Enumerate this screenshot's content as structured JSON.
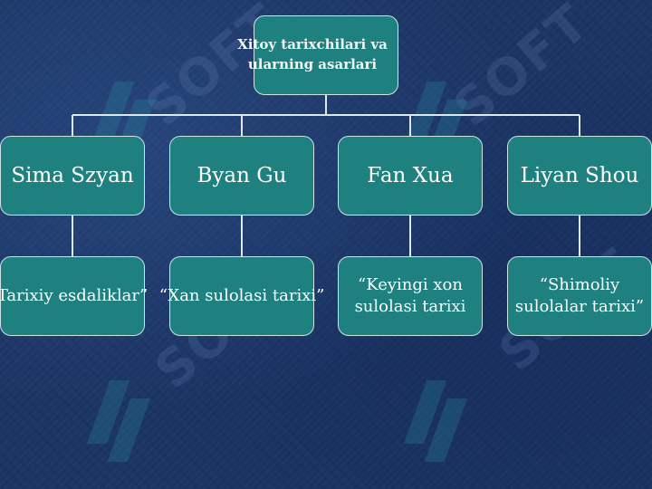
{
  "diagram": {
    "root": {
      "title": "Xitoy tarixchilari va ularning asarlari"
    },
    "historians": [
      {
        "name": "Sima Szyan",
        "work": "Tarixiy esdaliklar”"
      },
      {
        "name": "Byan Gu",
        "work": "“Xan sulolasi tarixi”"
      },
      {
        "name": "Fan Xua",
        "work": "“Keyingi xon sulolasi tarixi"
      },
      {
        "name": "Liyan Shou",
        "work": "“Shimoliy sulolalar tarixi”"
      }
    ]
  },
  "watermark": {
    "text": "SOFT"
  },
  "colors": {
    "background": "#1b3564",
    "box_fill": "#1f8080",
    "box_border": "#cfe3e3",
    "connector": "#dde8e8"
  }
}
